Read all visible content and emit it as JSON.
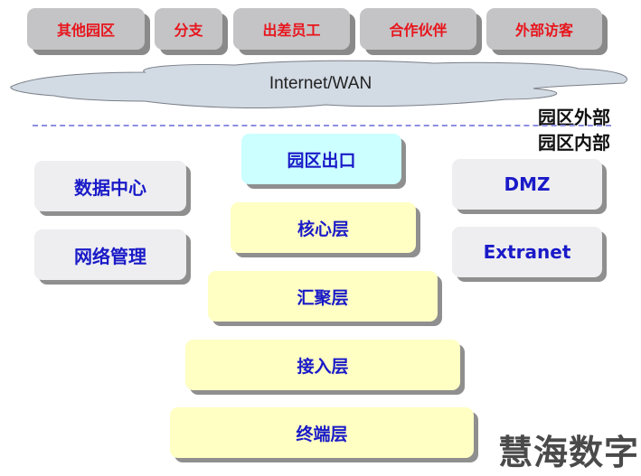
{
  "external_access": [
    {
      "label": "其他园区"
    },
    {
      "label": "分支"
    },
    {
      "label": "出差员工"
    },
    {
      "label": "合作伙伴"
    },
    {
      "label": "外部访客"
    }
  ],
  "network": {
    "label": "Internet/WAN"
  },
  "boundary": {
    "outside_label": "园区外部",
    "inside_label": "园区内部"
  },
  "campus_exit": {
    "label": "园区出口"
  },
  "layers": [
    {
      "label": "核心层"
    },
    {
      "label": "汇聚层"
    },
    {
      "label": "接入层"
    },
    {
      "label": "终端层"
    }
  ],
  "left_modules": [
    {
      "label": "数据中心"
    },
    {
      "label": "网络管理"
    }
  ],
  "right_modules": [
    {
      "label": "DMZ"
    },
    {
      "label": "Extranet"
    }
  ],
  "watermark": {
    "text": "慧海数字"
  },
  "colors": {
    "external_box": "#c4c4c6",
    "external_text": "#e8141c",
    "module_box": "#eeeef0",
    "layer_box": "#ffffc4",
    "exit_box": "#ccffff",
    "inner_text": "#1a1ac8",
    "cloud": "#d2dae4",
    "divider": "#8e8ee0"
  }
}
